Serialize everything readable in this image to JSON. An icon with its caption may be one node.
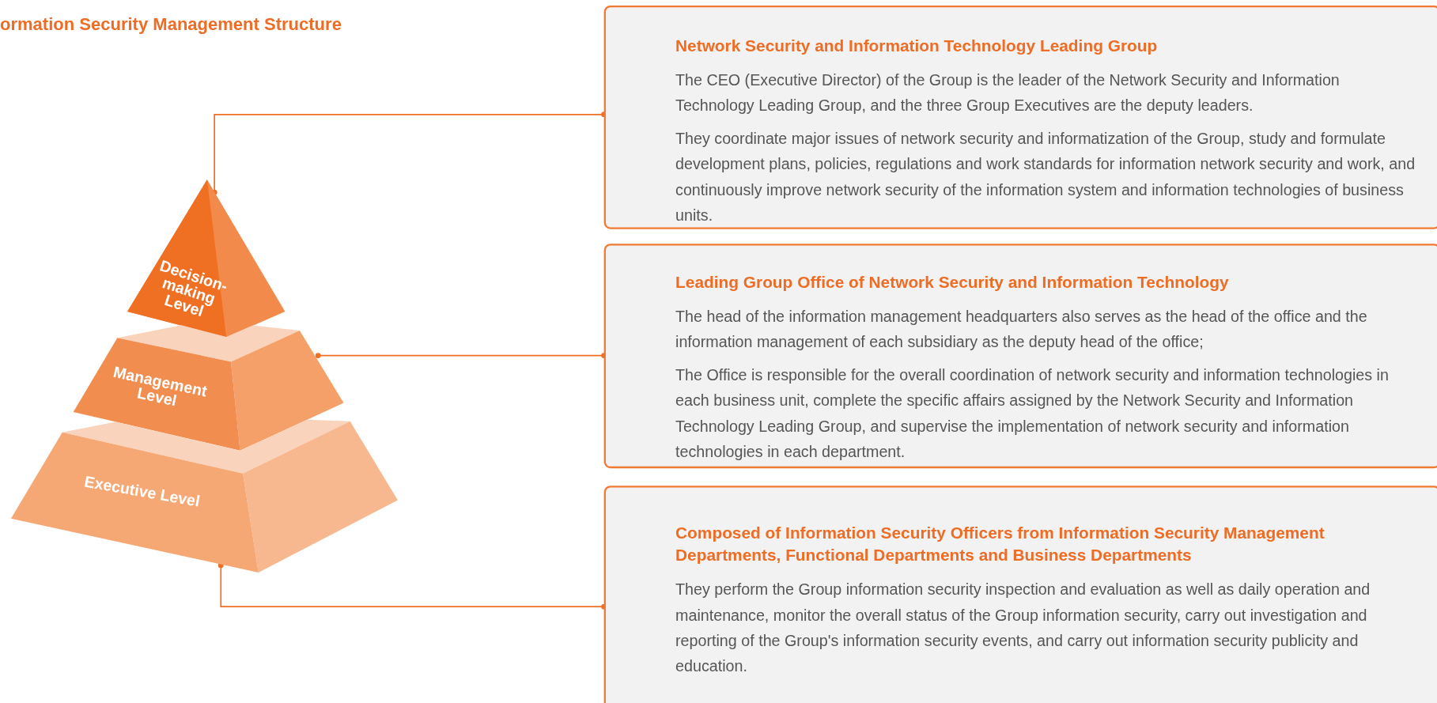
{
  "diagram": {
    "title": "ormation Security Management Structure",
    "nodes": [
      {
        "text": [
          "Decision-making Level"
        ]
      },
      {
        "text": [
          "Management Level"
        ]
      },
      {
        "text": [
          "Executive Level"
        ]
      },
      {
        "text": [
          "Network Security and Information Technology Leading Group",
          "The CEO (Executive Director) of the Group is the leader of the Network Security and Information Technology Leading Group, and the three Group Executives are the deputy leaders.",
          "They coordinate major issues of network security and informatization of the Group, study and formulate development plans, policies, regulations and work standards for information network security and work, and continuously improve network security of the information system and information technologies of business units."
        ]
      },
      {
        "text": [
          "Leading Group Office of Network Security and Information Technology",
          "The head of the information management headquarters also serves as the head of the office and the information management of each subsidiary as the deputy head of the office;",
          "The Office is responsible for the overall coordination of  network security and information technologies in each business unit, complete the specific affairs assigned by the Network Security and Information Technology Leading Group, and supervise the implementation of network security and information technologies in each department."
        ]
      },
      {
        "text": [
          "Composed of Information Security Officers from Information Security Management Departments, Functional Departments and Business Departments",
          "They perform the Group information security inspection and evaluation as well as daily operation and maintenance, monitor the overall status of the Group information security, carry out investigation and reporting of the Group's information security events, and carry out information security publicity and education."
        ]
      }
    ],
    "edges": [
      {
        "from": 0,
        "to": 3,
        "arrow": "other"
      },
      {
        "from": 1,
        "to": 4,
        "arrow": "other"
      },
      {
        "from": 2,
        "to": 5,
        "arrow": "other"
      }
    ]
  }
}
